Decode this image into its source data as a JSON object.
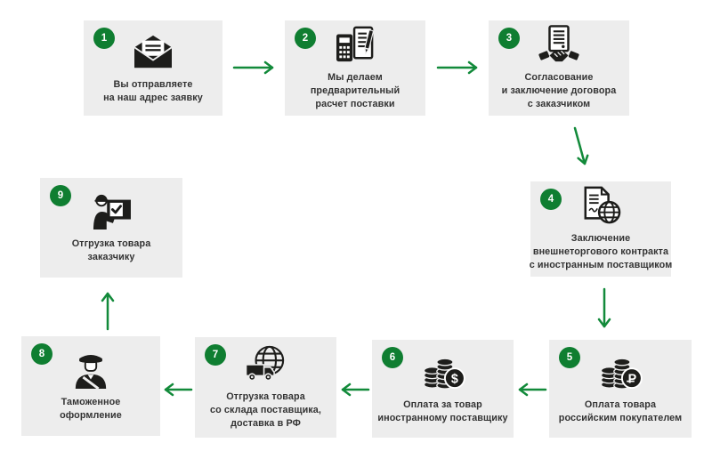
{
  "colors": {
    "accent_green": "#0f7e31",
    "arrow_green": "#128a3a",
    "card_background": "#ededed",
    "icon_color": "#1d1d1b",
    "text_color": "#333333",
    "page_background": "#ffffff"
  },
  "steps": [
    {
      "number": "1",
      "icon": "envelope-icon",
      "lines": [
        "Вы отправляете",
        "на наш адрес заявку"
      ]
    },
    {
      "number": "2",
      "icon": "calculator-document-icon",
      "lines": [
        "Мы делаем",
        "предварительный",
        "расчет поставки"
      ]
    },
    {
      "number": "3",
      "icon": "contract-handshake-icon",
      "lines": [
        "Согласование",
        "и заключение договора",
        "с заказчиком"
      ]
    },
    {
      "number": "4",
      "icon": "contract-globe-icon",
      "lines": [
        "Заключение",
        "внешнеторгового контракта",
        "с иностранным поставщиком"
      ]
    },
    {
      "number": "5",
      "icon": "ruble-coins-icon",
      "lines": [
        "Оплата товара",
        "российским покупателем"
      ]
    },
    {
      "number": "6",
      "icon": "dollar-coins-icon",
      "lines": [
        "Оплата за товар",
        "иностранному поставщику"
      ]
    },
    {
      "number": "7",
      "icon": "globe-truck-icon",
      "lines": [
        "Отгрузка товара",
        "со склада поставщика,",
        "доставка в РФ"
      ]
    },
    {
      "number": "8",
      "icon": "customs-officer-icon",
      "lines": [
        "Таможенное",
        "оформление"
      ]
    },
    {
      "number": "9",
      "icon": "worker-checklist-icon",
      "lines": [
        "Отгрузка товара",
        "заказчику"
      ]
    }
  ],
  "flow": [
    {
      "from": "1",
      "to": "2"
    },
    {
      "from": "2",
      "to": "3"
    },
    {
      "from": "3",
      "to": "4"
    },
    {
      "from": "4",
      "to": "5"
    },
    {
      "from": "5",
      "to": "6"
    },
    {
      "from": "6",
      "to": "7"
    },
    {
      "from": "7",
      "to": "8"
    },
    {
      "from": "8",
      "to": "9"
    }
  ]
}
